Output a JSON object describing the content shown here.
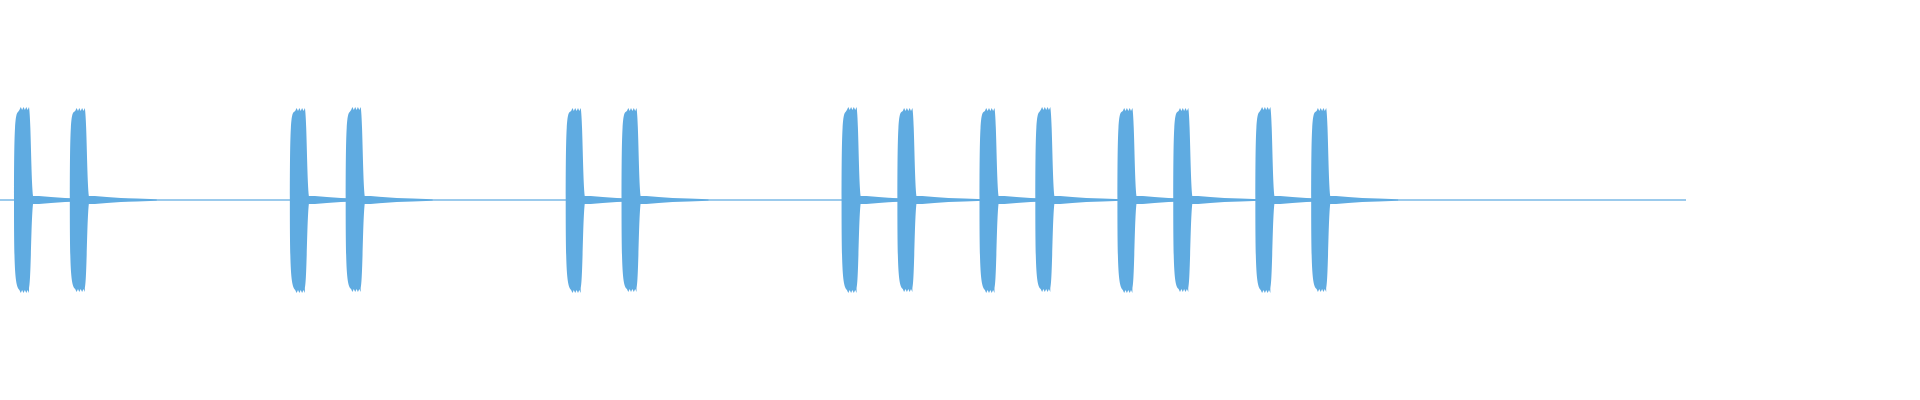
{
  "waveform": {
    "color": "#5fabe1",
    "baseline_level": 0.0,
    "peak_level": 0.92,
    "clicks": [
      {
        "time": 0.0
      },
      {
        "time": 0.034
      },
      {
        "time": 0.168
      },
      {
        "time": 0.202
      },
      {
        "time": 0.336
      },
      {
        "time": 0.37
      },
      {
        "time": 0.504
      },
      {
        "time": 0.538
      },
      {
        "time": 0.588
      },
      {
        "time": 0.622
      },
      {
        "time": 0.672
      },
      {
        "time": 0.706
      },
      {
        "time": 0.756
      },
      {
        "time": 0.79
      }
    ],
    "duration": 1.0
  }
}
